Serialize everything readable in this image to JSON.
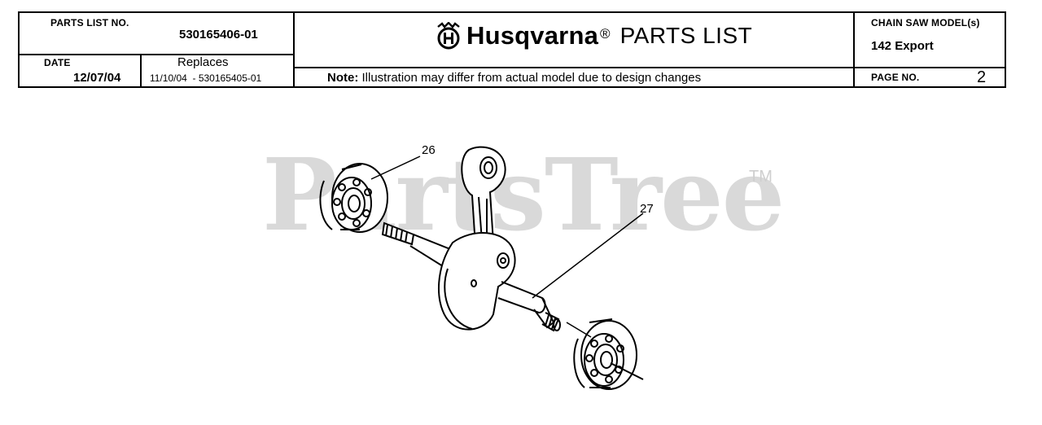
{
  "header": {
    "parts_list_no_label": "PARTS LIST NO.",
    "parts_list_no": "530165406-01",
    "date_label": "DATE",
    "date": "12/07/04",
    "replaces_label": "Replaces",
    "replaces": "11/10/04  - 530165405-01",
    "brand": "Husqvarna",
    "brand_reg": "®",
    "title": "PARTS LIST",
    "note_label": "Note:",
    "note_text": " Illustration may differ from actual model due to design changes",
    "model_label": "CHAIN SAW MODEL(s)",
    "model": "142 Export",
    "page_label": "PAGE  NO.",
    "page_no": "2"
  },
  "watermark": {
    "text": "PartsTree",
    "tm": "TM"
  },
  "callouts": {
    "bearing_top": "26",
    "crankshaft": "27"
  }
}
